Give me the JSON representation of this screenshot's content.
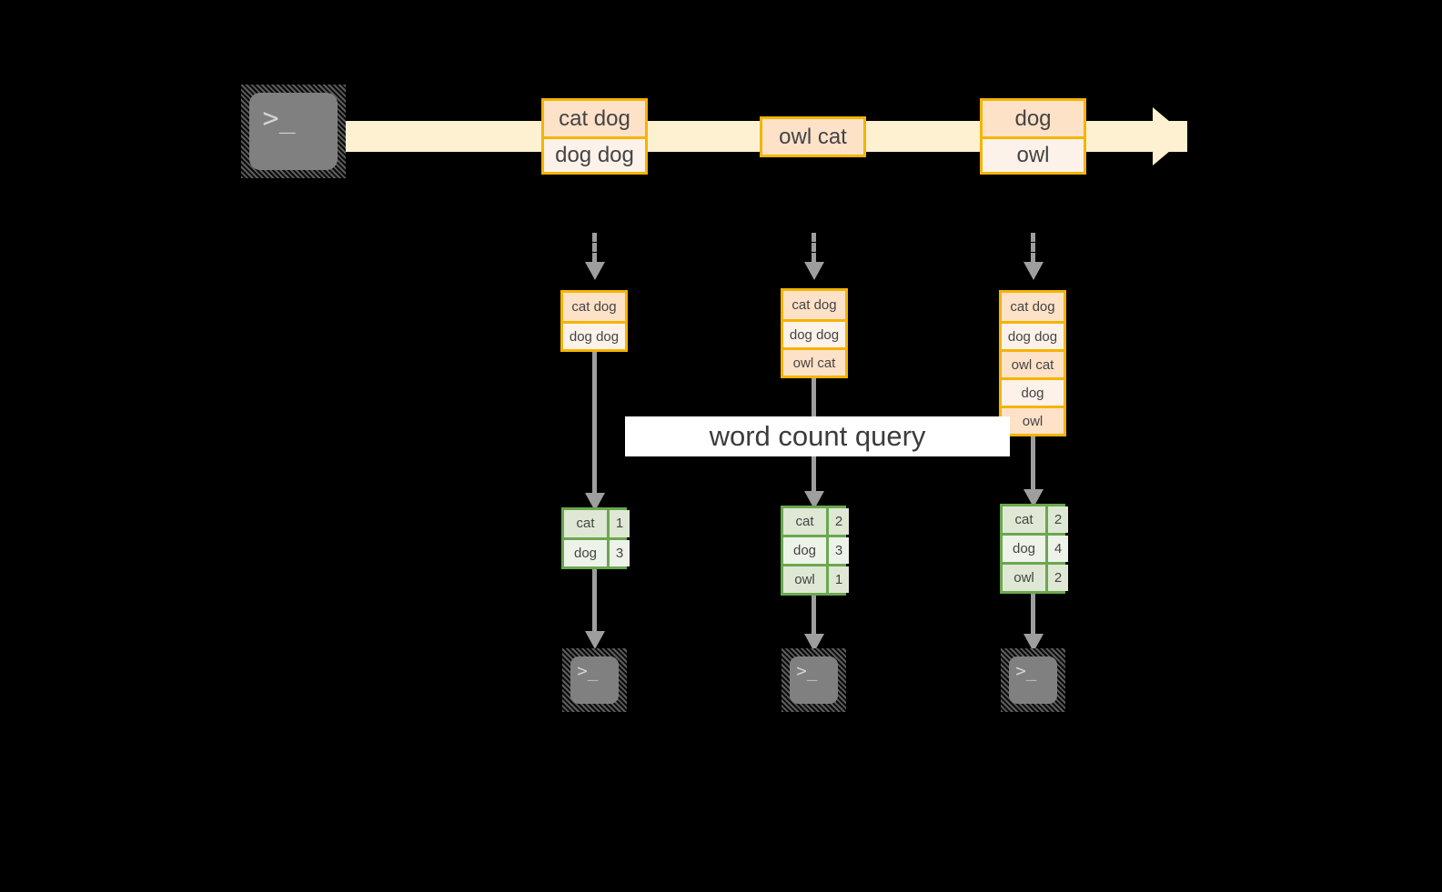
{
  "diagram": {
    "title_label": "word count query",
    "colors": {
      "background": "#000000",
      "stream_band": "#fdf1d2",
      "box_border": "#f4b400",
      "box_fill_dark": "#fde2c8",
      "box_fill_light": "#fdf2e9",
      "table_border": "#6aa84f",
      "table_fill_dark": "#dfe8d4",
      "table_fill_light": "#eef3ea",
      "arrow_gray": "#9e9e9e",
      "terminal_body": "#808080",
      "label_band": "#ffffff"
    },
    "producer": {
      "icon": "terminal-icon",
      "glyph": ">_"
    },
    "stream": {
      "arrow_icon": "stream-arrow-icon",
      "messages": [
        {
          "group_id": "batch-1",
          "lines": [
            "cat dog",
            "dog dog"
          ]
        },
        {
          "group_id": "batch-2",
          "lines": [
            "owl cat"
          ]
        },
        {
          "group_id": "batch-3",
          "lines": [
            "dog",
            "owl"
          ]
        }
      ]
    },
    "snapshots": [
      {
        "snapshot_id": "snapshot-1",
        "input_lines": [
          "cat dog",
          "dog dog"
        ],
        "result_header": null,
        "result_rows": [
          {
            "word": "cat",
            "count": "1"
          },
          {
            "word": "dog",
            "count": "3"
          }
        ],
        "consumer_icon": "terminal-icon",
        "consumer_glyph": ">_"
      },
      {
        "snapshot_id": "snapshot-2",
        "input_lines": [
          "cat dog",
          "dog dog",
          "owl cat"
        ],
        "result_header": null,
        "result_rows": [
          {
            "word": "cat",
            "count": "2"
          },
          {
            "word": "dog",
            "count": "3"
          },
          {
            "word": "owl",
            "count": "1"
          }
        ],
        "consumer_icon": "terminal-icon",
        "consumer_glyph": ">_"
      },
      {
        "snapshot_id": "snapshot-3",
        "input_lines": [
          "cat dog",
          "dog dog",
          "owl cat",
          "dog",
          "owl"
        ],
        "result_header": null,
        "result_rows": [
          {
            "word": "cat",
            "count": "2"
          },
          {
            "word": "dog",
            "count": "4"
          },
          {
            "word": "owl",
            "count": "2"
          }
        ],
        "consumer_icon": "terminal-icon",
        "consumer_glyph": ">_"
      }
    ]
  }
}
